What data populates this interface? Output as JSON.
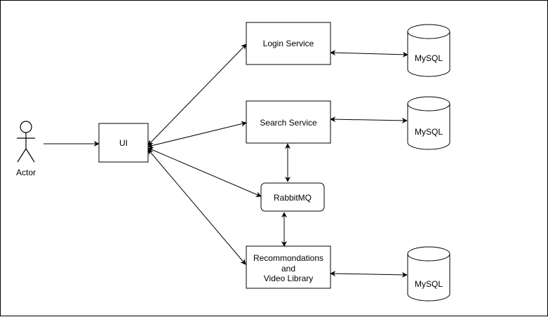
{
  "colors": {
    "stroke": "#000000",
    "fill": "#ffffff"
  },
  "actor": {
    "label": "Actor"
  },
  "nodes": {
    "ui": {
      "label": "UI"
    },
    "login": {
      "label": "Login Service"
    },
    "search": {
      "label": "Search Service"
    },
    "rabbit": {
      "label": "RabbitMQ"
    },
    "recommend": {
      "line1": "Recommondations",
      "line2": "and",
      "line3": "Video Library"
    }
  },
  "databases": {
    "login_db": {
      "label": "MySQL"
    },
    "search_db": {
      "label": "MySQL"
    },
    "recommend_db": {
      "label": "MySQL"
    }
  }
}
